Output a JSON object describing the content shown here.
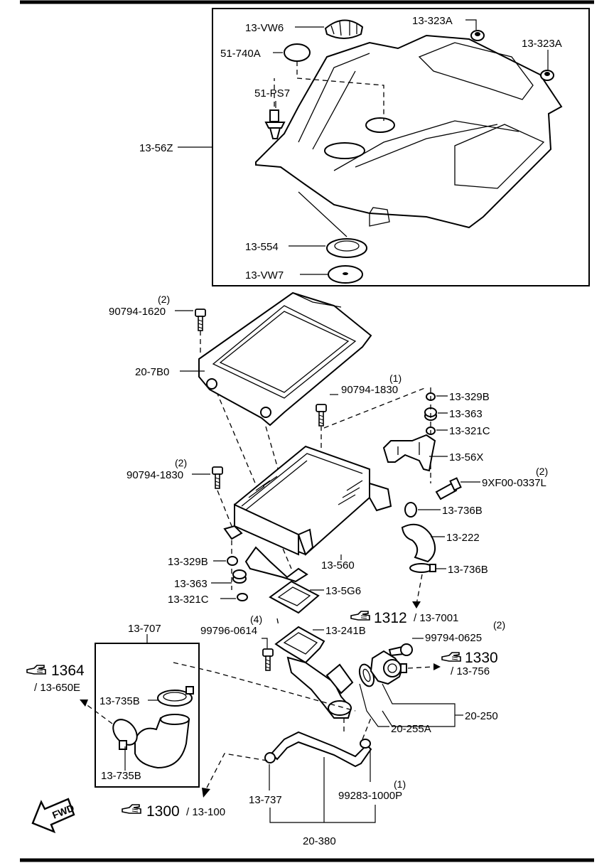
{
  "labels": {
    "p13VW6": "13-VW6",
    "p51740A": "51-740A",
    "p51PS7": "51-PS7",
    "p1356Z": "13-56Z",
    "p13323A_1": "13-323A",
    "p13323A_2": "13-323A",
    "p13554": "13-554",
    "p13VW7": "13-VW7",
    "p907941620": "90794-1620",
    "p207B0": "20-7B0",
    "p907941830a": "90794-1830",
    "p907941830b": "90794-1830",
    "p13329B_1": "13-329B",
    "p13363_1": "13-363",
    "p13321C_1": "13-321C",
    "p1356X": "13-56X",
    "p9XF00": "9XF00-0337L",
    "p13736B_1": "13-736B",
    "p13222": "13-222",
    "p13736B_2": "13-736B",
    "p13560": "13-560",
    "p13329B_2": "13-329B",
    "p13363_2": "13-363",
    "p13321C_2": "13-321C",
    "p135G6": "13-5G6",
    "p13707": "13-707",
    "p997960614": "99796-0614",
    "p13241B": "13-241B",
    "p997940625": "99794-0625",
    "p13735B_1": "13-735B",
    "p13735B_2": "13-735B",
    "p20250": "20-250",
    "p20255A": "20-255A",
    "p13737": "13-737",
    "p992831000P": "99283-1000P",
    "p20380": "20-380"
  },
  "quantities": {
    "q907941620": "(2)",
    "q907941830a": "(1)",
    "q907941830b": "(2)",
    "q9XF00": "(2)",
    "q997960614": "(4)",
    "q997940625": "(2)",
    "q992831000P": "(1)"
  },
  "refs": {
    "r1312_num": "1312",
    "r1312_sub": "/ 13-7001",
    "r1330_num": "1330",
    "r1330_sub": "/ 13-756",
    "r1364_num": "1364",
    "r1364_sub": "/ 13-650E",
    "r1300_num": "1300",
    "r1300_sub": "/ 13-100"
  },
  "direction": {
    "fwd": "FWD"
  },
  "icons": {
    "reference": "pointing-hand-icon",
    "direction": "forward-arrow-icon"
  }
}
